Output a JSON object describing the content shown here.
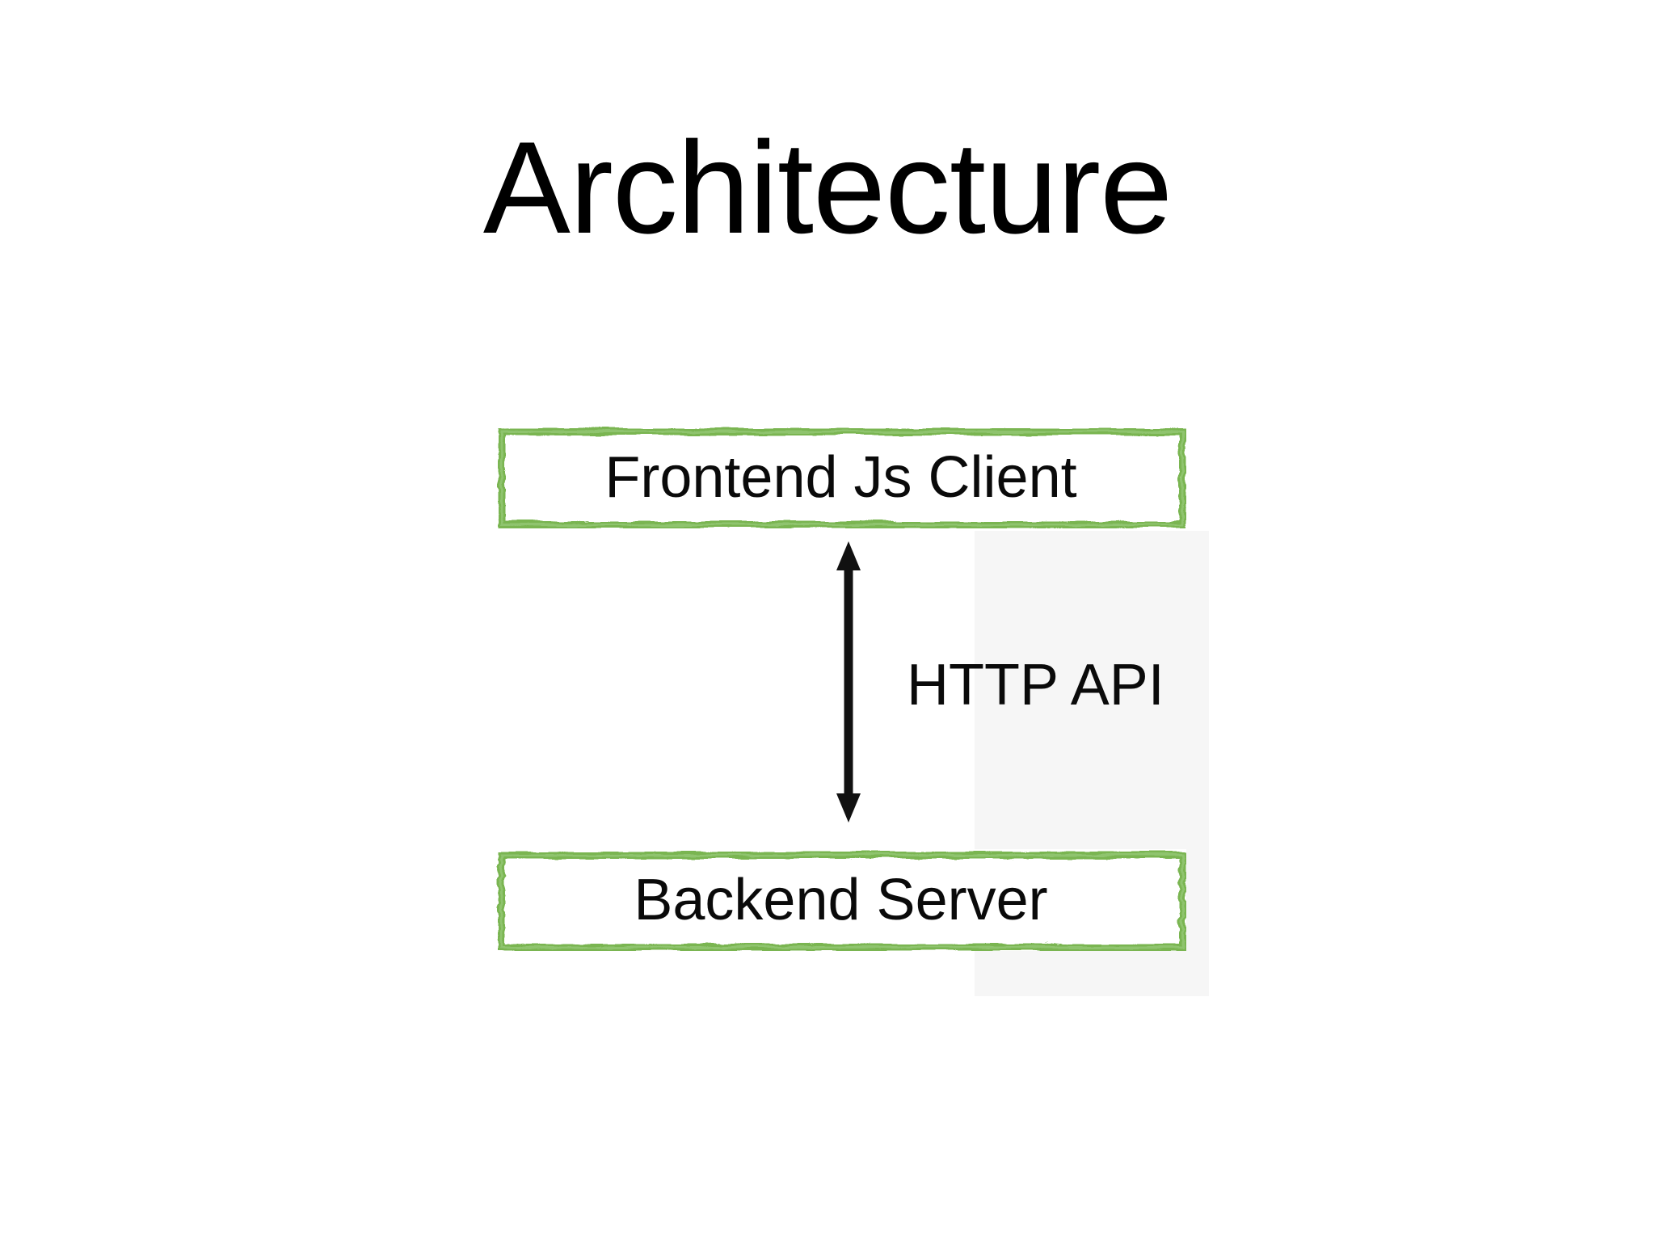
{
  "slide": {
    "title": "Architecture",
    "nodes": [
      {
        "id": "frontend",
        "label": "Frontend Js Client"
      },
      {
        "id": "backend",
        "label": "Backend Server"
      }
    ],
    "connection": {
      "label": "HTTP API",
      "type": "bidirectional",
      "icon": "double-headed-arrow-icon"
    },
    "colors": {
      "background": "#ffffff",
      "box_border_green": "#7ab551",
      "box_border_green_light": "#8fc46e",
      "text": "#0a0a0a",
      "title_text": "#000000",
      "arrow_black": "#111111",
      "faint_band": "#f6f6f6"
    }
  }
}
